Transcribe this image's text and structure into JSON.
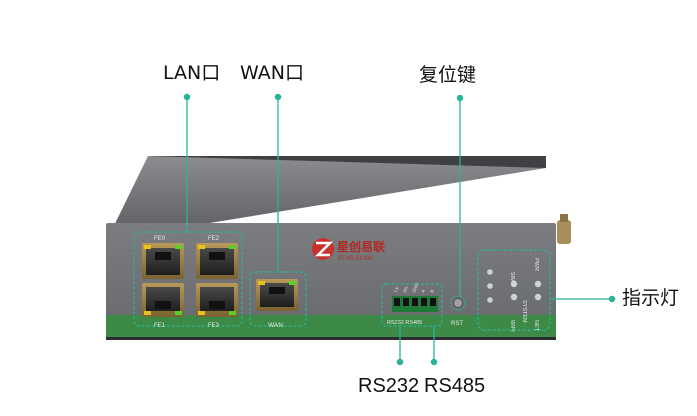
{
  "callouts": {
    "lan": "LAN口",
    "wan": "WAN口",
    "reset": "复位键",
    "indicator": "指示灯",
    "rs232": "RS232",
    "rs485": "RS485"
  },
  "device": {
    "brand_cn": "星创易联",
    "brand_en": "STAR-ELINK",
    "ports": {
      "fe0": "FE0",
      "fe2": "FE2",
      "fe1": "FE1",
      "fe3": "FE3",
      "wan": "WAN"
    },
    "serial_label": "RS232  RS485",
    "serial_pins": [
      "TX",
      "RX",
      "GND",
      "A",
      "B"
    ],
    "rst_label": "RST",
    "leds": {
      "sim": "SIM",
      "system": "SYSTEM",
      "wifi": "WIFI",
      "pwr": "PWR",
      "net": "NET"
    }
  },
  "colors": {
    "accent_teal": "#2bb39a",
    "panel_green": "#3c8a45",
    "led_green": "#5ad12b",
    "led_yellow": "#e6c21a",
    "body_gray": "#6c6e72"
  }
}
